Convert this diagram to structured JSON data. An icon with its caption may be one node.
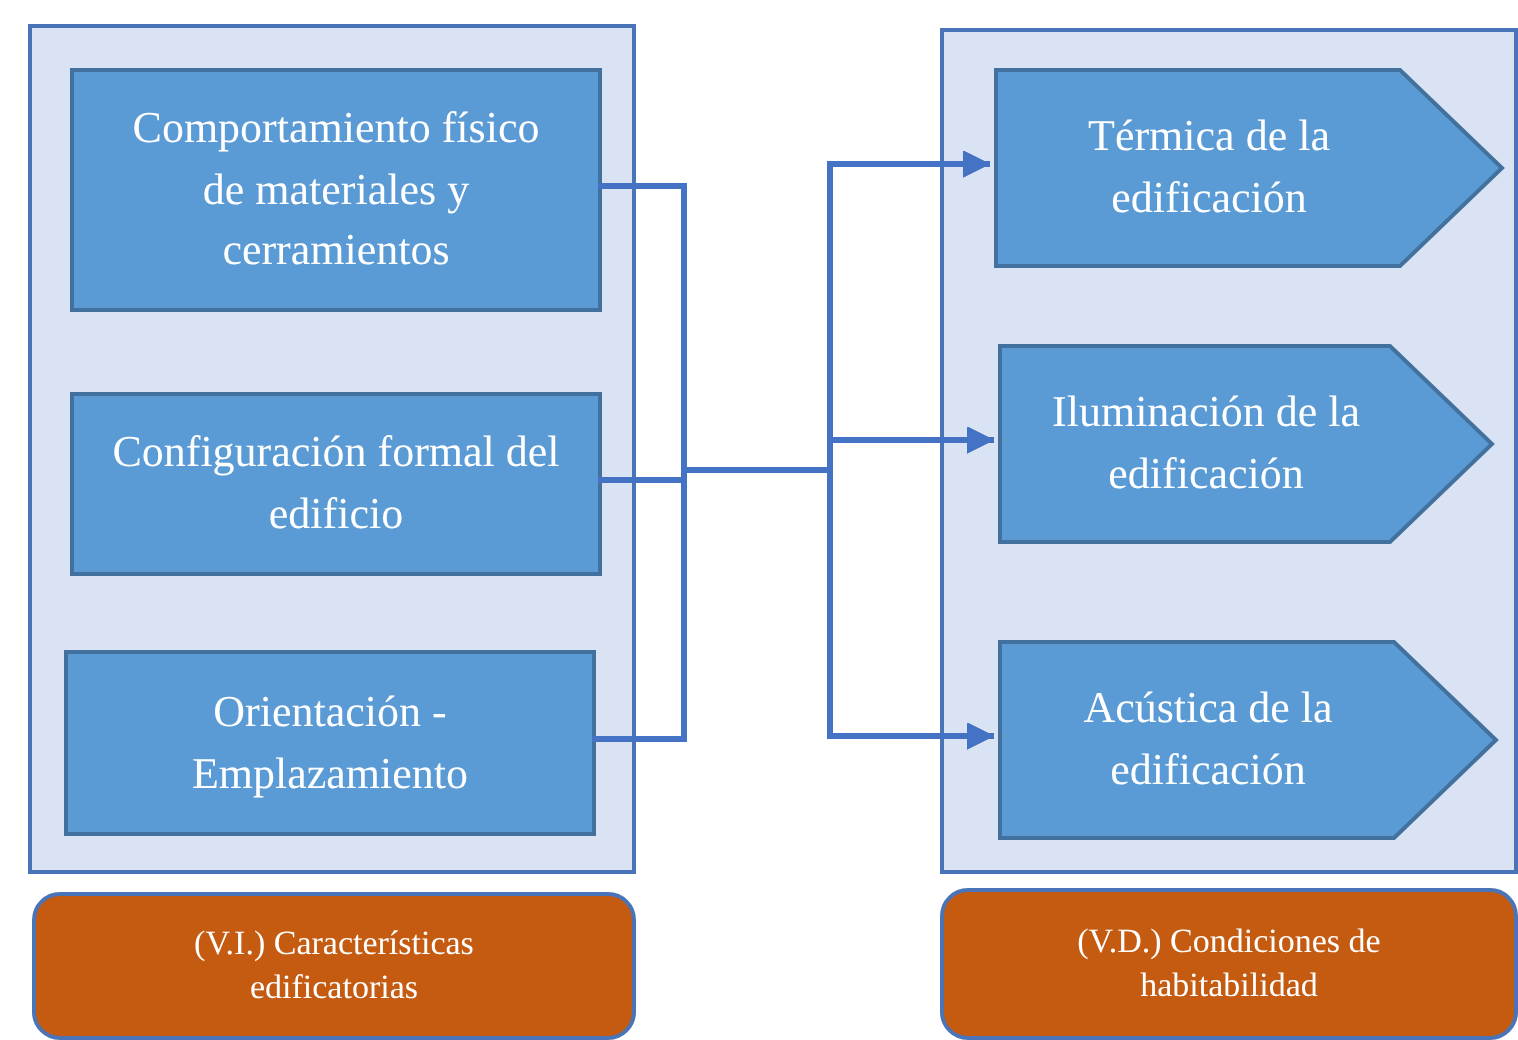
{
  "diagram": {
    "nodes": [
      {
        "text": [],
        "shape": "box"
      },
      {
        "text": [
          "Comportamiento físico de materiales y cerramientos"
        ],
        "in": 0
      },
      {
        "text": [
          "Configuración formal del edificio"
        ],
        "in": 0
      },
      {
        "text": [
          "Orientación - Emplazamiento"
        ],
        "in": 0
      },
      {
        "text": [
          "(V.I.) Características edificatorias"
        ]
      },
      {
        "text": [],
        "shape": "box"
      },
      {
        "text": [
          "Térmica de la edificación"
        ],
        "in": 5
      },
      {
        "text": [
          "Iluminación de la edificación"
        ],
        "in": 5
      },
      {
        "text": [
          "Acústica de la edificación"
        ],
        "in": 5
      },
      {
        "text": [
          "(V.D.) Condiciones de habitabilidad"
        ]
      }
    ],
    "edges": [
      {
        "from": 1,
        "to": 6,
        "arrow": "to"
      },
      {
        "from": 1,
        "to": 7,
        "arrow": "to"
      },
      {
        "from": 1,
        "to": 8,
        "arrow": "to"
      },
      {
        "from": 2,
        "to": 6,
        "arrow": "to"
      },
      {
        "from": 2,
        "to": 7,
        "arrow": "to"
      },
      {
        "from": 2,
        "to": 8,
        "arrow": "to"
      },
      {
        "from": 3,
        "to": 6,
        "arrow": "to"
      },
      {
        "from": 3,
        "to": 7,
        "arrow": "to"
      },
      {
        "from": 3,
        "to": 8,
        "arrow": "to"
      }
    ]
  }
}
